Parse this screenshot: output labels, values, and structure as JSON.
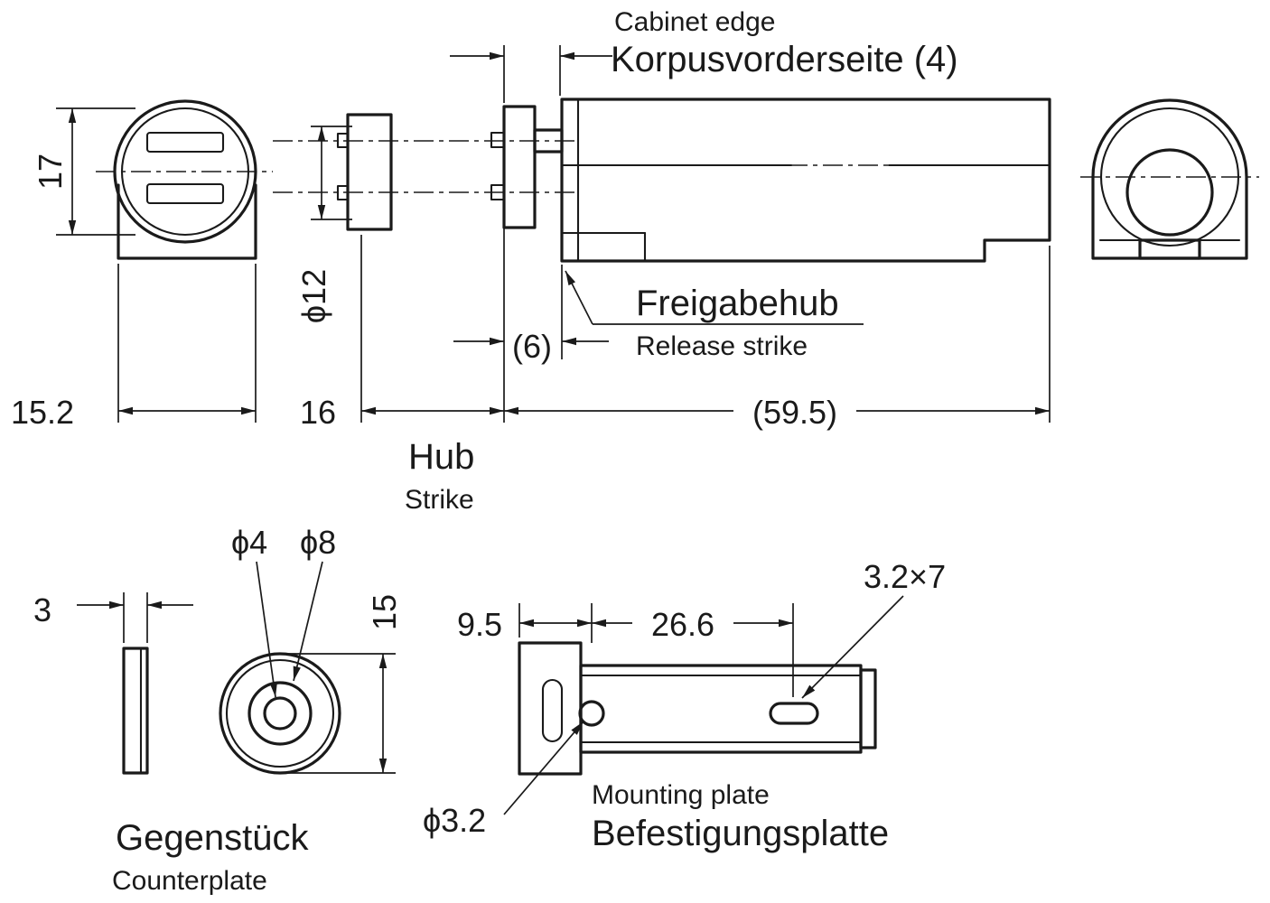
{
  "colors": {
    "line": "#1a1a1a",
    "background": "#ffffff"
  },
  "labels": {
    "cabinet_edge_en": "Cabinet edge",
    "cabinet_edge_de": "Korpusvorderseite (4)",
    "release_de": "Freigabehub",
    "release_en": "Release strike",
    "hub_de": "Hub",
    "hub_en": "Strike",
    "counterplate_de": "Gegenstück",
    "counterplate_en": "Counterplate",
    "mounting_en": "Mounting plate",
    "mounting_de": "Befestigungsplatte"
  },
  "dims": {
    "front_height": "17",
    "front_width": "15.2",
    "strike_dia": "ϕ12",
    "strike_len": "16",
    "body_len": "(59.5)",
    "release_stroke": "(6)",
    "plate_thk": "3",
    "hole4": "ϕ4",
    "hole8": "ϕ8",
    "cp_dia": "15",
    "mp_off": "9.5",
    "mp_slot_off": "26.6",
    "mp_slot": "3.2×7",
    "mp_hole": "ϕ3.2"
  }
}
